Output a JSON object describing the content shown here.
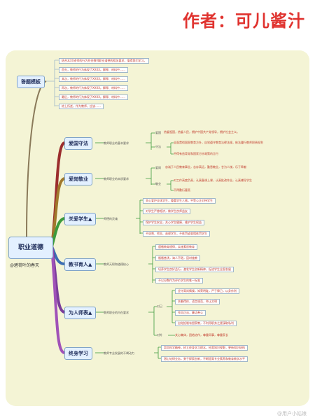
{
  "author": "作者：可儿酱汁",
  "root": {
    "title": "职业道德",
    "subtitle": "@碧荷叶的春天"
  },
  "template": {
    "title": "答题模板",
    "lines": [
      "结合本XX老师的行为符合教师职业道德的相关要求，值得我们学习。",
      "首先，教师的行为体现了XXXX。解释、材料中……",
      "其次，教师的行为体现了XXXX。解释、材料中……",
      "再次，教师的行为体现了XXXX。解释、材料中……",
      "最后，教师的行为体现了XXXX。解释、材料中……",
      "综上所述，作为教师，应该……"
    ]
  },
  "branches": [
    {
      "title": "爱国守法",
      "desc": "教师职业的基本要求",
      "groups": [
        {
          "label": "爱国",
          "items": [
            "热爱祖国，热爱人民，拥护中国共产党领导，拥护社会主义。"
          ]
        },
        {
          "label": "守法",
          "items": [
            "全面贯彻国家教育方针，自觉遵守教育法律法规，依法履行教师职责权利",
            "不得有违背党和国家方针政策的言行"
          ]
        }
      ]
    },
    {
      "title": "爱岗敬业",
      "desc": "教师职业的本质要求",
      "groups": [
        {
          "label": "爱岗",
          "items": [
            "忠诚于人民教育事业，志存高远，勤恳敬业，甘为人梯，乐于奉献"
          ]
        },
        {
          "label": "敬业",
          "items": [
            "对工作高度负责，认真备课上课，认真批改作业，认真辅导学生",
            "不得敷衍塞责"
          ]
        }
      ]
    },
    {
      "title": "关爱学生▲",
      "desc": "师德的灵魂",
      "groups": [
        {
          "label": "",
          "items": [
            "关心爱护全体学生，尊重学生人格，平等公正对待学生",
            "对学生严慈相济，做学生良师益友",
            "保护学生安全，关心学生健康，维护学生权益",
            "不讽刺、挖苦、歧视学生，不体罚或变相体罚学生"
          ]
        }
      ]
    },
    {
      "title": "教书育人▲",
      "desc": "教师天职和道德核心",
      "groups": [
        {
          "label": "",
          "items": [
            "遵循教育规律，实施素质教育",
            "循循善诱，诲人不倦，因材施教",
            "培养学生良好品行，激发学生创新精神，促进学生全面发展",
            "不以分数作为评价学生的唯一标准"
          ]
        }
      ]
    },
    {
      "title": "为人师表▲",
      "desc": "教师职业的内在要求",
      "groups": [
        {
          "label": "对己",
          "items": [
            "坚守高尚情操，知荣明耻，严于律己，以身作则",
            "衣着得体，语言规范，举止文明",
            "作风正派，廉洁奉公",
            "自觉抵制有偿家教，不利用职务之便谋取私利"
          ]
        },
        {
          "label": "对外",
          "items": [
            "关心集体，团结协作，尊重同事，尊重家长"
          ]
        }
      ]
    },
    {
      "title": "终身学习",
      "desc": "教师专业发展的不竭动力",
      "groups": [
        {
          "label": "",
          "items": [
            "崇尚科学精神，树立终身学习理念，拓宽知识视野，更新知识结构",
            "潜心钻研业务，勇于探索创新，不断提高专业素养和教育教学水平"
          ]
        }
      ]
    }
  ],
  "watermark": "@用户小姑娘",
  "colors": {
    "author": "#e0332f",
    "branch1": "#9b2d2d",
    "branch2": "#a0782b",
    "branch3": "#3c9a3c",
    "branch4": "#3b6db3",
    "branch5": "#7a3d9a",
    "branch6": "#a052b8"
  }
}
